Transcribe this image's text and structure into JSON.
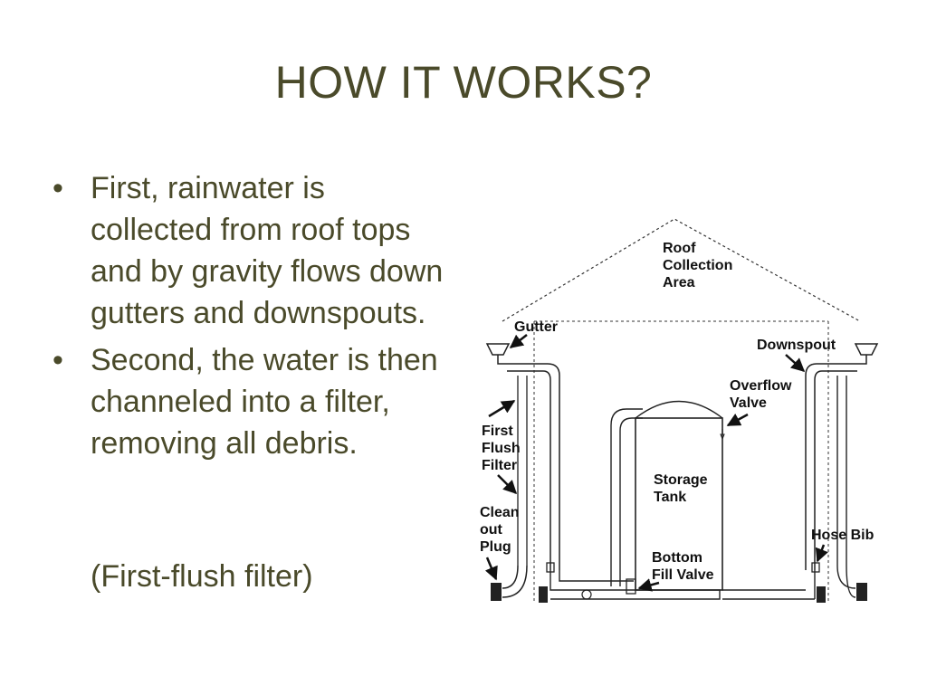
{
  "slide": {
    "title": "HOW IT WORKS?",
    "bullets": [
      "First, rainwater is collected from roof tops and by gravity flows down gutters and downspouts.",
      "Second,  the water is then channeled into a filter, removing all debris."
    ],
    "note": "(First-flush filter)"
  },
  "diagram": {
    "labels": {
      "roof_line1": "Roof",
      "roof_line2": "Collection",
      "roof_line3": "Area",
      "gutter": "Gutter",
      "downspout": "Downspout",
      "overflow_line1": "Overflow",
      "overflow_line2": "Valve",
      "firstflush_line1": "First",
      "firstflush_line2": "Flush",
      "firstflush_line3": "Filter",
      "storage_line1": "Storage",
      "storage_line2": "Tank",
      "cleanout_line1": "Clean",
      "cleanout_line2": "out",
      "cleanout_line3": "Plug",
      "hosebib": "Hose Bib",
      "bottomfill_line1": "Bottom",
      "bottomfill_line2": "Fill Valve"
    }
  },
  "colors": {
    "text": "#4a4a2a",
    "line": "#222222"
  }
}
